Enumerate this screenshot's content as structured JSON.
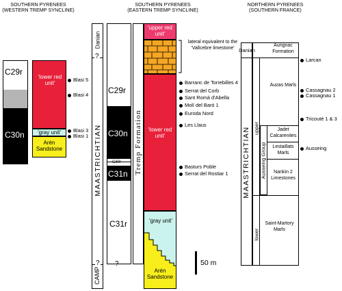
{
  "headers": {
    "west_line1": "SOUTHERN PYRENEES",
    "west_line2": "(WESTERN TREMP SYNCLINE)",
    "east_line1": "SOUTHERN PYRENEES",
    "east_line2": "(EASTERN TREMP SYNCLINE)",
    "north_line1": "NORTHERN PYRENEES",
    "north_line2": "(SOUTHERN FRANCE)"
  },
  "west": {
    "chron_c29r": "C29r",
    "chron_c30n": "C30n",
    "unit_lower_red": "'lower red unit'",
    "unit_gray": "'gray unit'",
    "unit_aren": "Arén Sandstone",
    "sites": [
      "Blasi 5",
      "Blasi 4",
      "Blasi 3",
      "Blasi 1"
    ]
  },
  "east": {
    "stage_danian": "Danian",
    "stage_maastrichtian": "MAASTRICHTIAN",
    "stage_camp": "CAMP.",
    "question": "?",
    "formation": "Tremp Formation",
    "chron_c29r": "C29r",
    "chron_c30n": "C30n",
    "chron_c30r": "C30r",
    "chron_c31n": "C31n",
    "chron_c31r": "C31r",
    "unit_upper_red": "'upper red unit'",
    "unit_lower_red": "'lower red unit'",
    "unit_gray": "'gray unit'",
    "unit_aren": "Arén Sandstone",
    "lateral_note": "lateral equivalent to the 'Vallcebre limestone'",
    "sites": [
      "Barranc de Torrebilles 4",
      "Serrat del Corb",
      "Sant Romà d'Abella",
      "Molí del Baró 1",
      "Euroda Nord",
      "Les Llaus",
      "Basturs Poble",
      "Serrat del Rostiar 1"
    ],
    "scale_label": "50 m"
  },
  "north": {
    "stage_danian": "Danian",
    "stage_maastrichtian": "MAASTRICHTIAN",
    "upper": "upper",
    "lower": "lower",
    "group": "Ausseing Group",
    "formations": [
      "Aurignac Formation",
      "Auzas Marls",
      "Jadet Calcarenites",
      "Lestaillats Marls",
      "Nankin 2 Limestones",
      "Saint-Martory Marls"
    ],
    "sites": [
      "Larcan",
      "Cassagnau 2",
      "Cassagnau 1",
      "Tricouté 1 & 3",
      "Ausseing"
    ]
  },
  "colors": {
    "red": "#e8203a",
    "pink": "#ee3b6e",
    "yellow": "#f7ee1c",
    "cyan": "#c9f3ec",
    "orange": "#f5a623",
    "gray": "#b5b5b5",
    "black": "#000000"
  }
}
